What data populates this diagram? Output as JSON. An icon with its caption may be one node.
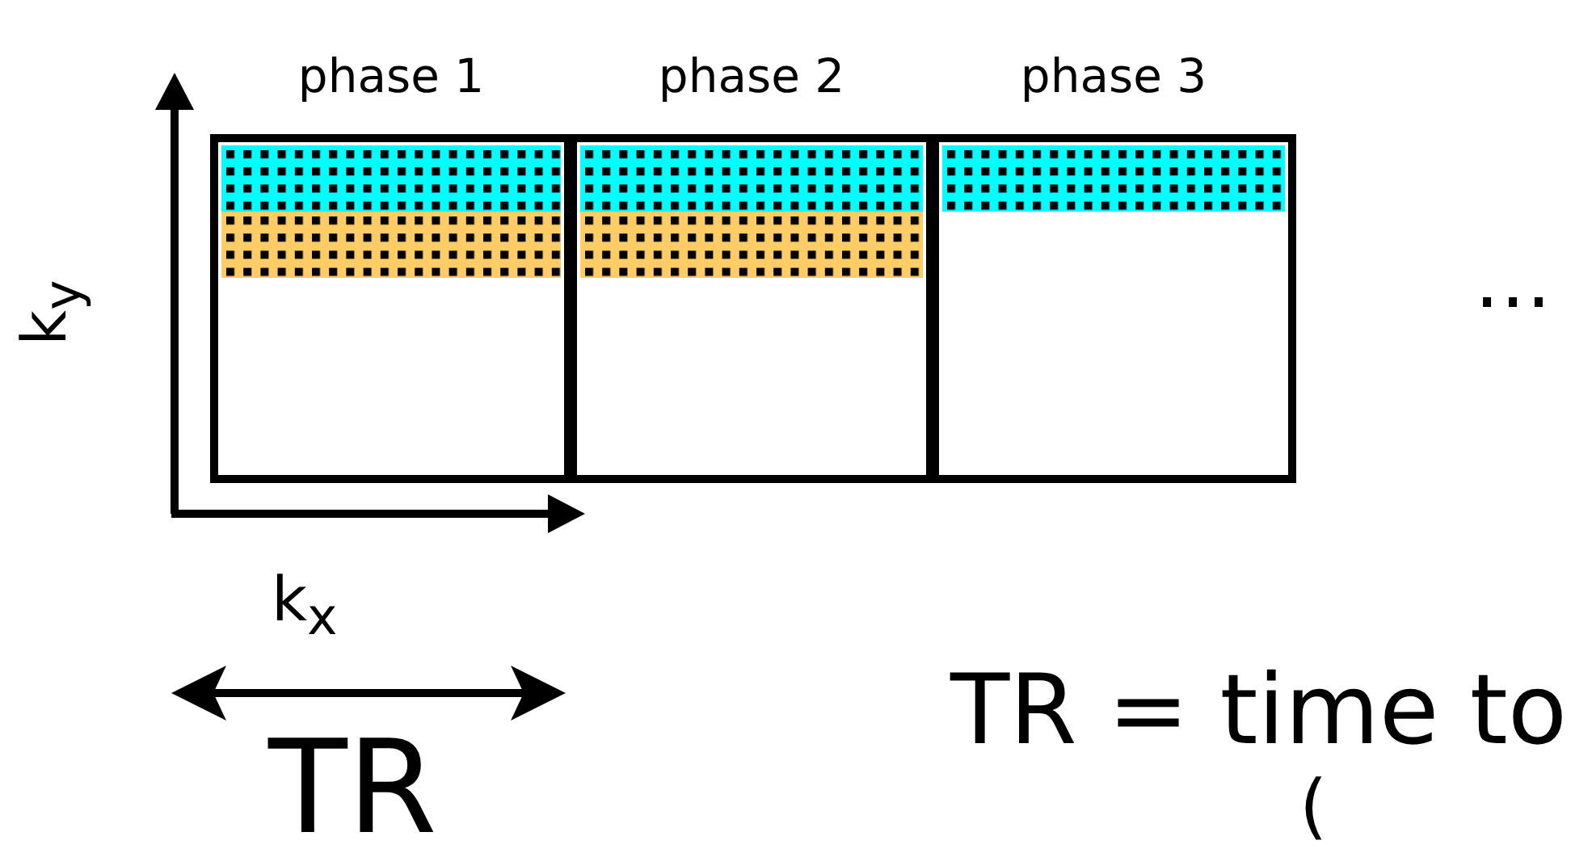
{
  "diagram": {
    "nodes": [
      {
        "text": [
          "phase 1"
        ]
      },
      {
        "text": [],
        "shape": "bar",
        "in": 0
      },
      {
        "text": [],
        "shape": "bar",
        "in": 0
      },
      {
        "text": [
          "phase 2"
        ]
      },
      {
        "text": [],
        "shape": "bar",
        "in": 3
      },
      {
        "text": [],
        "shape": "bar",
        "in": 3
      },
      {
        "text": [
          "phase 3"
        ]
      },
      {
        "text": [],
        "shape": "bar",
        "in": 6
      }
    ],
    "labels": [
      "k$_{y}$",
      "k$_{x}$",
      "…",
      "TR",
      "TR = time to",
      "("
    ]
  }
}
